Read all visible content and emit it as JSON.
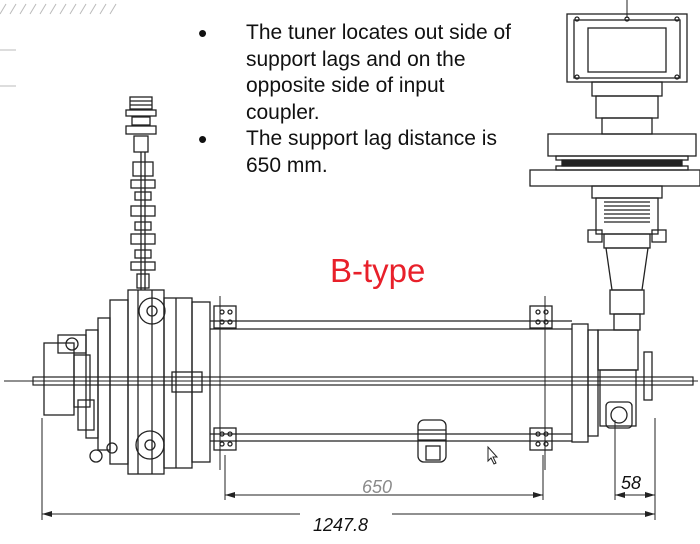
{
  "bullets": [
    "The tuner locates out side of support lags and on the opposite side of input coupler.",
    "The support lag distance is 650 mm."
  ],
  "type_label": "B-type",
  "dimensions": {
    "support_distance": "650",
    "end_offset": "58",
    "total_length": "1247.8"
  },
  "colors": {
    "label_red": "#e8202a",
    "line": "#222222",
    "dim_gray": "#8a8a8a"
  }
}
